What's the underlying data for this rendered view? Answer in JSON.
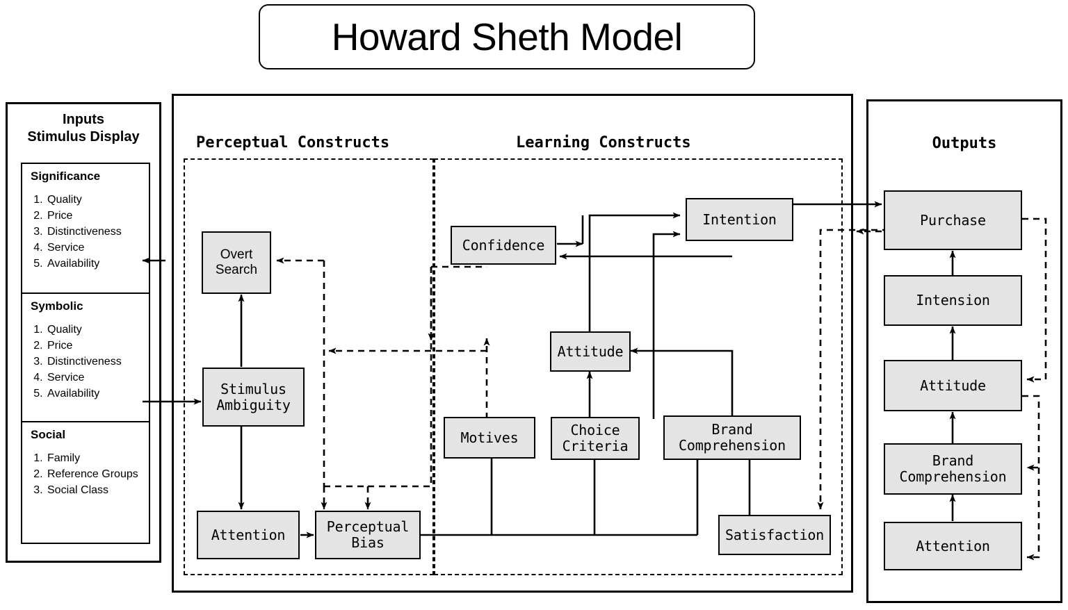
{
  "title": "Howard Sheth Model",
  "inputs": {
    "heading_line1": "Inputs",
    "heading_line2": "Stimulus Display",
    "sections": [
      {
        "name": "Significance",
        "items": [
          "Quality",
          "Price",
          "Distinctiveness",
          "Service",
          "Availability"
        ]
      },
      {
        "name": "Symbolic",
        "items": [
          "Quality",
          "Price",
          "Distinctiveness",
          "Service",
          "Availability"
        ]
      },
      {
        "name": "Social",
        "items": [
          "Family",
          "Reference Groups",
          "Social Class"
        ]
      }
    ]
  },
  "groups": {
    "perceptual_label": "Perceptual Constructs",
    "learning_label": "Learning Constructs"
  },
  "perceptual_nodes": [
    {
      "id": "overt-search",
      "label": "Overt\nSearch"
    },
    {
      "id": "stimulus-ambiguity",
      "label": "Stimulus\nAmbiguity"
    },
    {
      "id": "attention",
      "label": "Attention"
    },
    {
      "id": "perceptual-bias",
      "label": "Perceptual\nBias"
    }
  ],
  "learning_nodes": [
    {
      "id": "confidence",
      "label": "Confidence"
    },
    {
      "id": "intention",
      "label": "Intention"
    },
    {
      "id": "attitude",
      "label": "Attitude"
    },
    {
      "id": "motives",
      "label": "Motives"
    },
    {
      "id": "choice-criteria",
      "label": "Choice\nCriteria"
    },
    {
      "id": "brand-comprehension",
      "label": "Brand\nComprehension"
    },
    {
      "id": "satisfaction",
      "label": "Satisfaction"
    }
  ],
  "outputs": {
    "heading": "Outputs",
    "nodes": [
      {
        "id": "out-purchase",
        "label": "Purchase"
      },
      {
        "id": "out-intension",
        "label": "Intension"
      },
      {
        "id": "out-attitude",
        "label": "Attitude"
      },
      {
        "id": "out-brand-comprehension",
        "label": "Brand\nComprehension"
      },
      {
        "id": "out-attention",
        "label": "Attention"
      }
    ]
  },
  "style": {
    "node_fill": "#e4e4e4",
    "stroke": "#000000",
    "background": "#ffffff"
  }
}
